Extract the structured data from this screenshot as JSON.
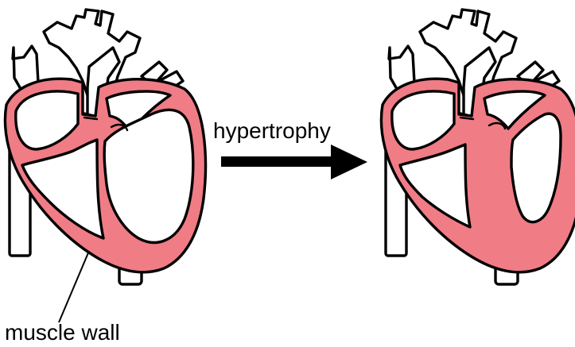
{
  "arrow_label": "hypertrophy",
  "callout_label": "muscle wall",
  "colors": {
    "muscle": "#f07c86",
    "outline": "#000000",
    "background": "#ffffff"
  },
  "hearts": [
    {
      "id": "normal-heart"
    },
    {
      "id": "hypertrophic-heart"
    }
  ]
}
